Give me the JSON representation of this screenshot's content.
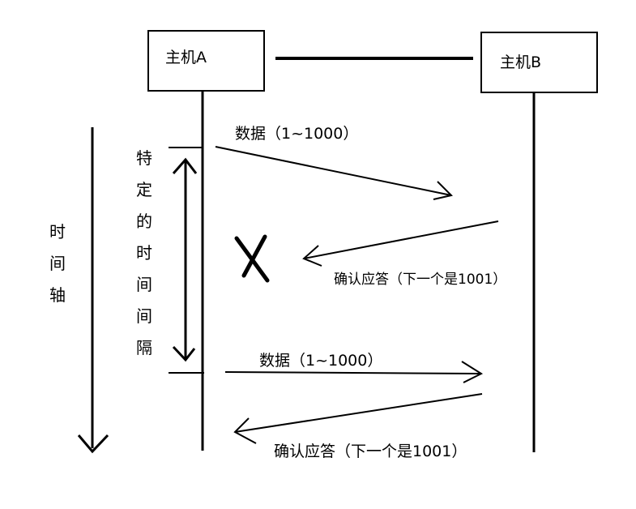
{
  "host_a": {
    "label": "主机A"
  },
  "host_b": {
    "label": "主机B"
  },
  "messages": {
    "data_1": "数据（1~1000）",
    "ack_1": "确认应答（下一个是1001）",
    "data_2": "数据（1~1000）",
    "ack_2": "确认应答（下一个是1001）"
  },
  "timeout_label_chars": [
    "特",
    "定",
    "的",
    "时",
    "间",
    "间",
    "隔"
  ],
  "time_axis_chars": [
    "时",
    "间",
    "轴"
  ],
  "lost_marker": "X",
  "colors": {
    "line": "#000000",
    "background": "#ffffff"
  }
}
